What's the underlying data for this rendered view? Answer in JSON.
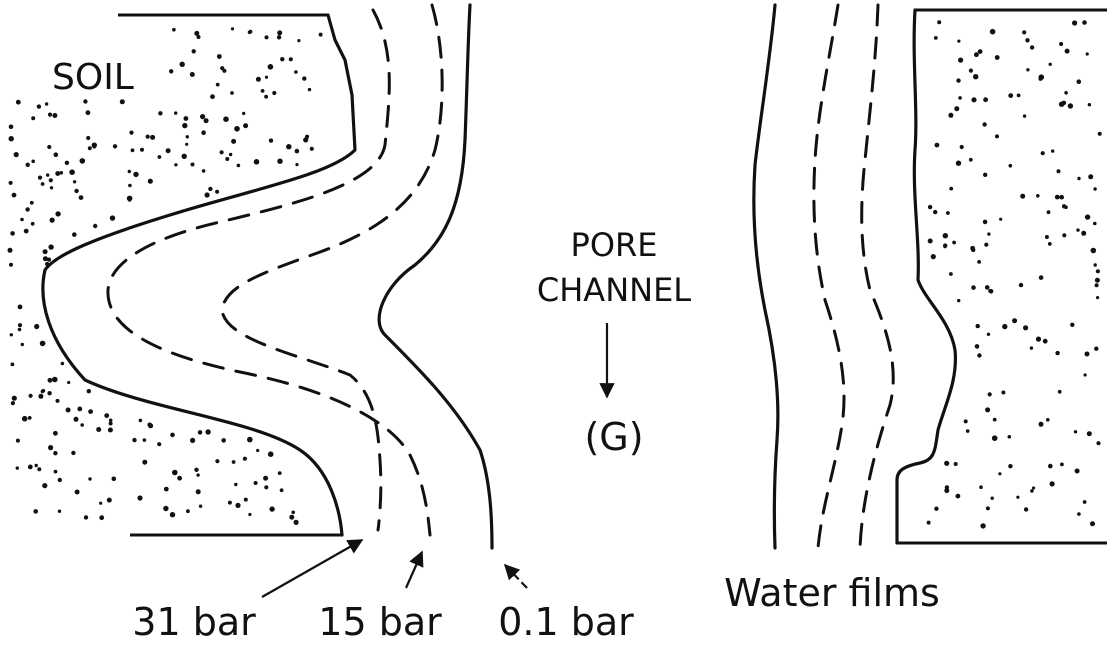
{
  "labels": {
    "soil": "SOIL",
    "pore_channel_line1": "PORE",
    "pore_channel_line2": "CHANNEL",
    "pore_marker": "(G)",
    "water_films": "Water films",
    "tension_31": "31 bar",
    "tension_15": "15 bar",
    "tension_01": "0.1 bar"
  },
  "colors": {
    "ink": "#111111",
    "background": "#ffffff"
  }
}
